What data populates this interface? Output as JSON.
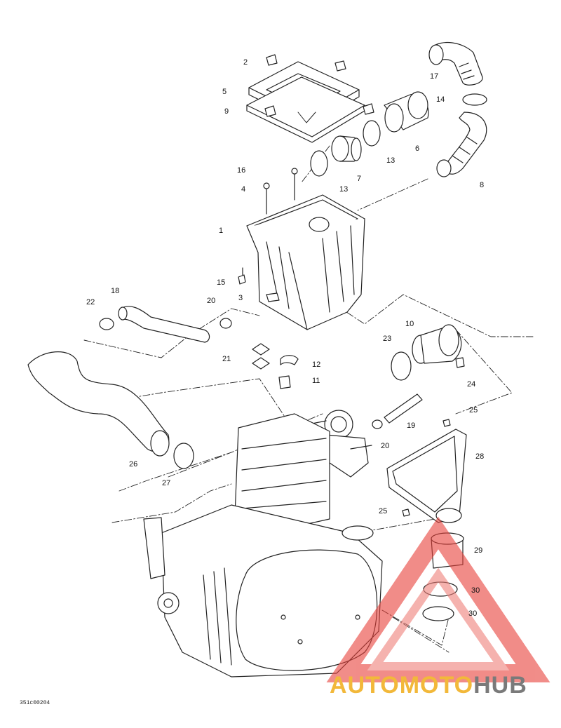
{
  "callouts": [
    {
      "id": "c1",
      "text": "1"
    },
    {
      "id": "c2",
      "text": "2"
    },
    {
      "id": "c3",
      "text": "3"
    },
    {
      "id": "c4",
      "text": "4"
    },
    {
      "id": "c5",
      "text": "5"
    },
    {
      "id": "c6",
      "text": "6"
    },
    {
      "id": "c7",
      "text": "7"
    },
    {
      "id": "c8",
      "text": "8"
    },
    {
      "id": "c9",
      "text": "9"
    },
    {
      "id": "c10",
      "text": "10"
    },
    {
      "id": "c11",
      "text": "11"
    },
    {
      "id": "c12",
      "text": "12"
    },
    {
      "id": "c13a",
      "text": "13"
    },
    {
      "id": "c13b",
      "text": "13"
    },
    {
      "id": "c14",
      "text": "14"
    },
    {
      "id": "c15",
      "text": "15"
    },
    {
      "id": "c16",
      "text": "16"
    },
    {
      "id": "c17",
      "text": "17"
    },
    {
      "id": "c18",
      "text": "18"
    },
    {
      "id": "c19",
      "text": "19"
    },
    {
      "id": "c20a",
      "text": "20"
    },
    {
      "id": "c20b",
      "text": "20"
    },
    {
      "id": "c21",
      "text": "21"
    },
    {
      "id": "c22",
      "text": "22"
    },
    {
      "id": "c23",
      "text": "23"
    },
    {
      "id": "c24",
      "text": "24"
    },
    {
      "id": "c25a",
      "text": "25"
    },
    {
      "id": "c25b",
      "text": "25"
    },
    {
      "id": "c26",
      "text": "26"
    },
    {
      "id": "c27",
      "text": "27"
    },
    {
      "id": "c28",
      "text": "28"
    },
    {
      "id": "c29",
      "text": "29"
    },
    {
      "id": "c30a",
      "text": "30"
    },
    {
      "id": "c30b",
      "text": "30"
    }
  ],
  "drawing_code": "351c00204",
  "watermark": {
    "part1": "AUTO",
    "part2": "MOTO",
    "part3": "HUB",
    "triangle_color": "#e8413a",
    "text_color": "#f2b83a",
    "hub_color": "#7a7a7a"
  }
}
